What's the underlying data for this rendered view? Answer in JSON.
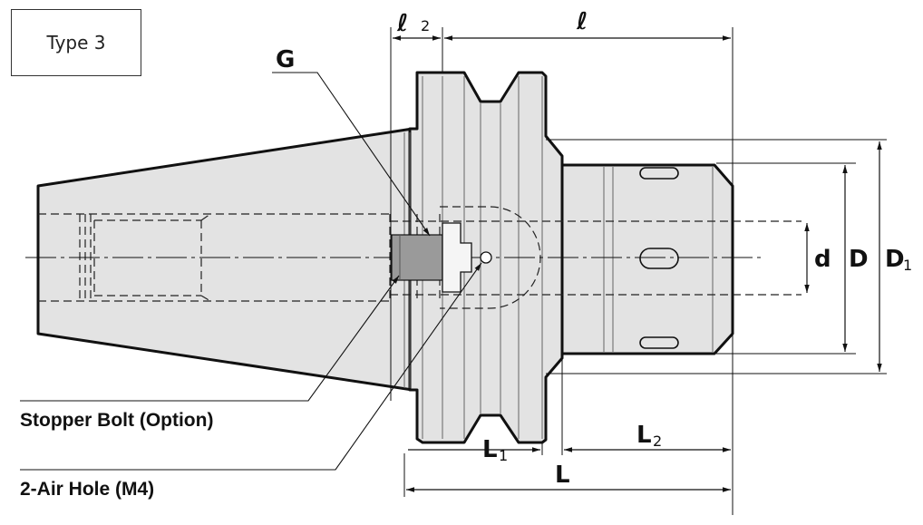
{
  "type_label": "Type 3",
  "dims": {
    "l2": "ℓ",
    "l2_sub": "2",
    "l": "ℓ",
    "G": "G",
    "d": "d",
    "D": "D",
    "D1": "D",
    "D1_sub": "1",
    "L1": "L",
    "L1_sub": "1",
    "L2": "L",
    "L2_sub": "2",
    "L": "L"
  },
  "callouts": {
    "stopper_bolt": "Stopper Bolt (Option)",
    "air_hole": "2-Air Hole (M4)"
  },
  "colors": {
    "body_fill": "#e3e3e3",
    "outline": "#111111",
    "bolt_fill": "#9a9a9a"
  }
}
